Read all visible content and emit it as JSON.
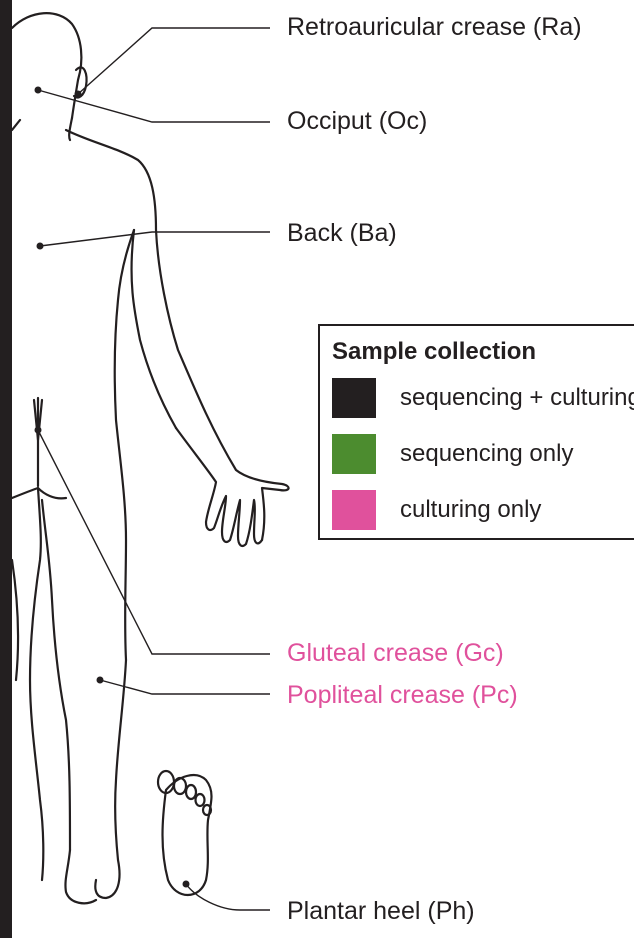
{
  "colors": {
    "line": "#231f20",
    "both": "#231f20",
    "sequencing_only": "#4c8c2f",
    "culturing_only": "#e0519c",
    "left_bar": "#231f20"
  },
  "sites": [
    {
      "key": "ra",
      "label": "Retroauricular crease (Ra)",
      "collection": "both"
    },
    {
      "key": "oc",
      "label": "Occiput (Oc)",
      "collection": "both"
    },
    {
      "key": "ba",
      "label": "Back (Ba)",
      "collection": "both"
    },
    {
      "key": "gc",
      "label": "Gluteal crease (Gc)",
      "collection": "culturing_only"
    },
    {
      "key": "pc",
      "label": "Popliteal crease (Pc)",
      "collection": "culturing_only"
    },
    {
      "key": "ph",
      "label": "Plantar heel (Ph)",
      "collection": "both"
    }
  ],
  "legend": {
    "title": "Sample collection",
    "items": [
      {
        "label": "sequencing + culturing",
        "color": "#231f20"
      },
      {
        "label": "sequencing only",
        "color": "#4c8c2f"
      },
      {
        "label": "culturing only",
        "color": "#e0519c"
      }
    ]
  }
}
